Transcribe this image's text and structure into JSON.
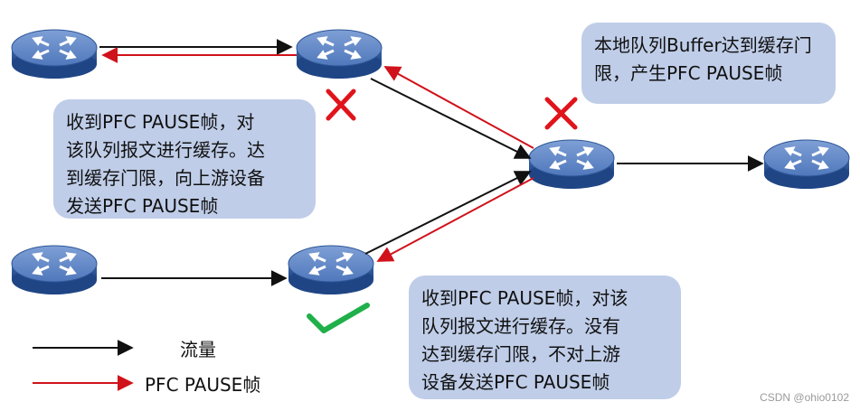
{
  "notes": {
    "local_queue": "本地队列Buffer达到缓存门\n限，产生PFC PAUSE帧",
    "received_reached": "收到PFC PAUSE帧，对\n该队列报文进行缓存。达\n到缓存门限，向上游设备\n发送PFC PAUSE帧",
    "received_not_reached": "收到PFC PAUSE帧，对该\n队列报文进行缓存。没有\n达到缓存门限，不对上游\n设备发送PFC PAUSE帧"
  },
  "legend": {
    "traffic_label": "流量",
    "pause_label": "PFC PAUSE帧"
  },
  "watermark": "CSDN @ohio0102",
  "colors": {
    "traffic": "#111111",
    "pause": "#d0121b",
    "cross": "#e0141b",
    "check": "#1fb04a",
    "note_bg": "#bfcde8",
    "router_top": "#5f86c4",
    "router_side": "#2e5797"
  },
  "icons": [
    "router-icon",
    "cross-icon",
    "check-icon"
  ]
}
